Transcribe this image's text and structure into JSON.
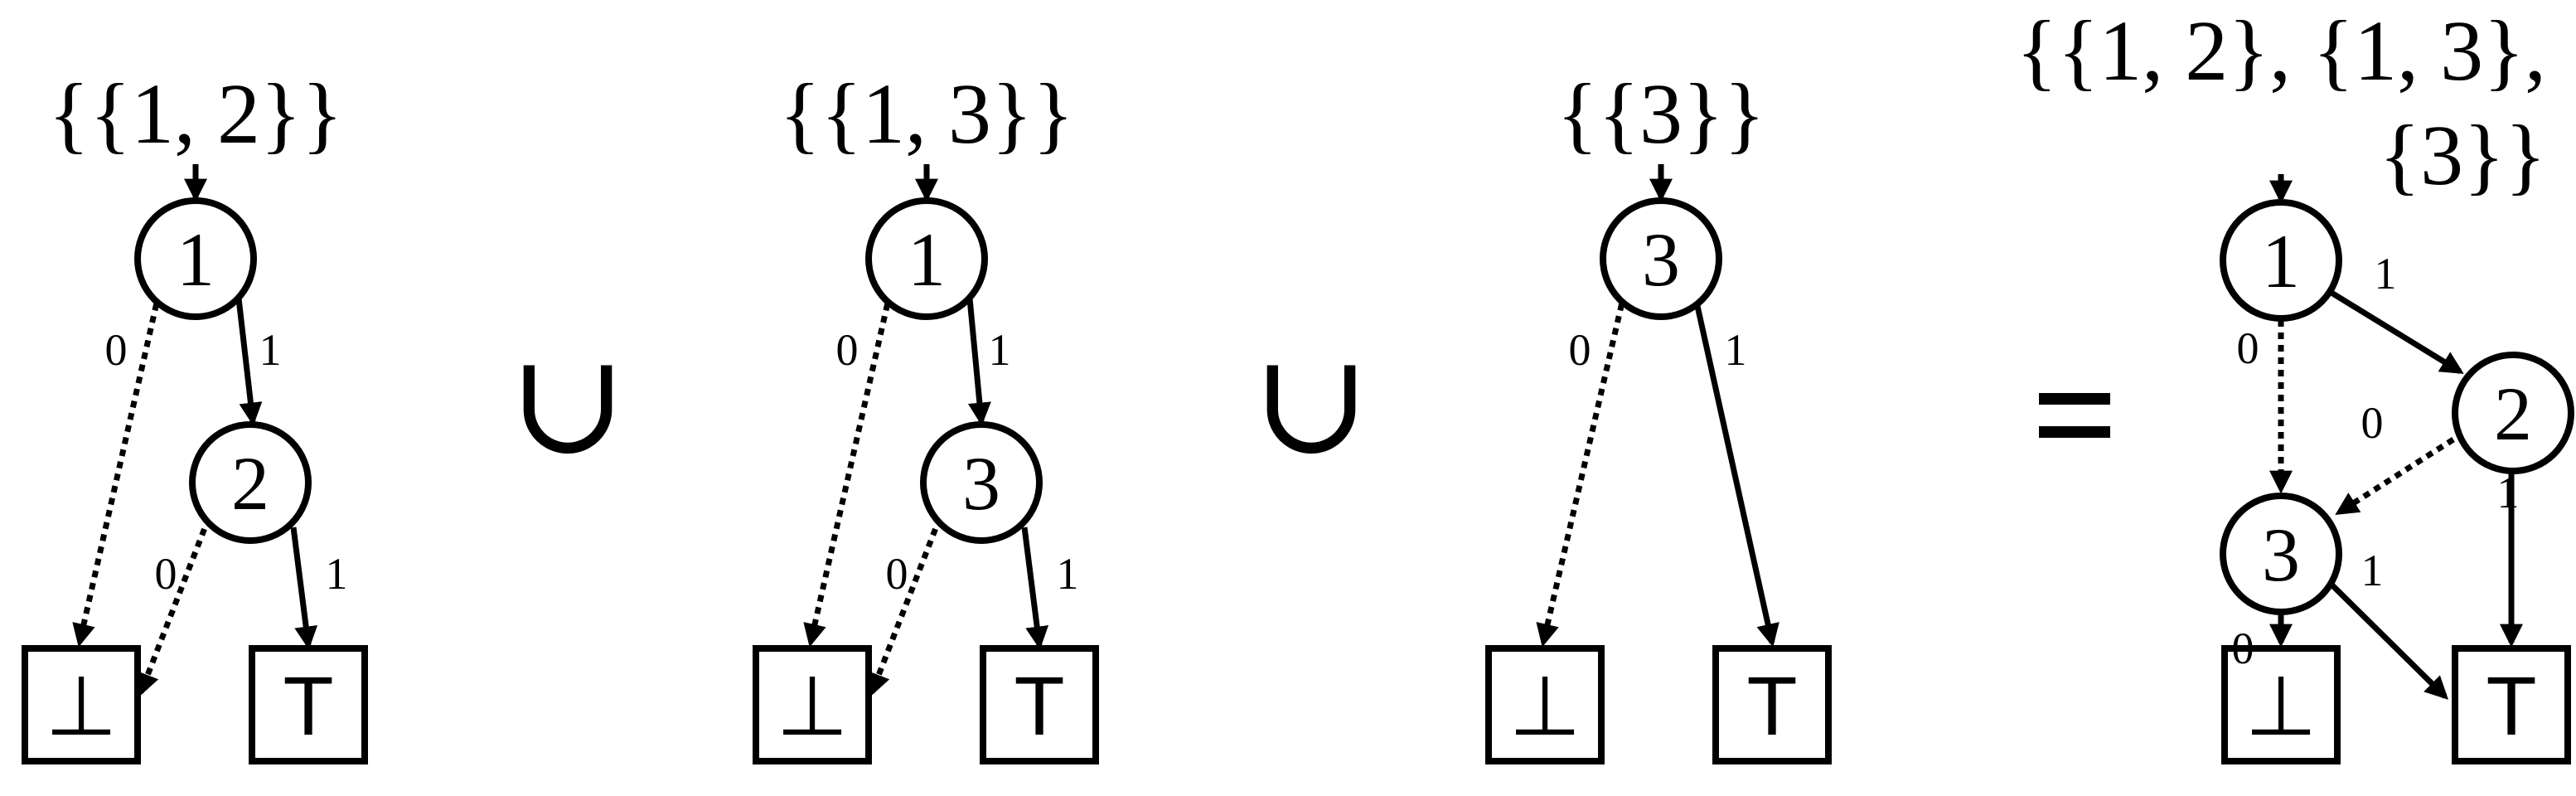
{
  "operators": {
    "union_1": "∪",
    "union_2": "∪",
    "equals": "="
  },
  "diagram1": {
    "set_label": "{{1, 2}}",
    "nodes": [
      "1",
      "2"
    ],
    "terminals": {
      "bottom": "⊥",
      "top": "T"
    },
    "edge_labels": [
      "0",
      "1",
      "0",
      "1"
    ]
  },
  "diagram2": {
    "set_label": "{{1, 3}}",
    "nodes": [
      "1",
      "3"
    ],
    "terminals": {
      "bottom": "⊥",
      "top": "T"
    },
    "edge_labels": [
      "0",
      "1",
      "0",
      "1"
    ]
  },
  "diagram3": {
    "set_label": "{{3}}",
    "nodes": [
      "3"
    ],
    "terminals": {
      "bottom": "⊥",
      "top": "T"
    },
    "edge_labels": [
      "0",
      "1"
    ]
  },
  "result": {
    "set_label_line1": "{{1, 2}, {1, 3},",
    "set_label_line2": "{3}}",
    "nodes": [
      "1",
      "2",
      "3"
    ],
    "terminals": {
      "bottom": "⊥",
      "top": "T"
    },
    "edge_labels": [
      "1",
      "0",
      "0",
      "1",
      "1",
      "0"
    ]
  }
}
